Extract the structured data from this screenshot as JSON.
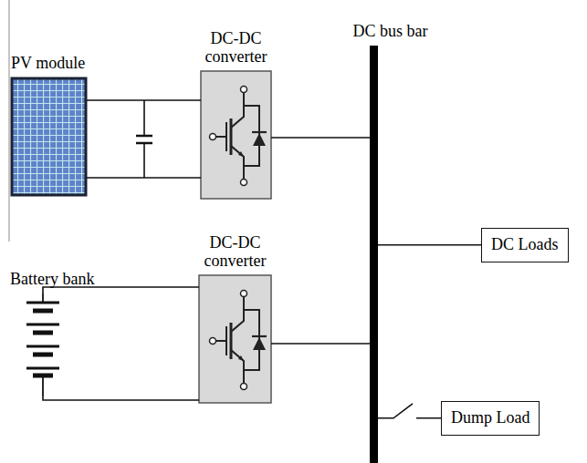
{
  "diagram": {
    "nodes": [
      {
        "text": [
          "PV module"
        ]
      },
      {
        "text": [
          "DC-DC converter"
        ]
      },
      {
        "text": [
          "DC bus bar"
        ]
      },
      {
        "text": [
          "DC Loads"
        ]
      },
      {
        "text": [
          "Battery bank"
        ]
      },
      {
        "text": [
          "DC-DC converter"
        ]
      },
      {
        "text": [
          "Dump Load"
        ]
      }
    ],
    "edges": [
      {
        "from": 0,
        "to": 1,
        "arrow": "none"
      },
      {
        "from": 1,
        "to": 2,
        "arrow": "none"
      },
      {
        "from": 2,
        "to": 3,
        "arrow": "none"
      },
      {
        "from": 4,
        "to": 5,
        "arrow": "none"
      },
      {
        "from": 5,
        "to": 2,
        "arrow": "none"
      },
      {
        "from": 2,
        "to": 6,
        "arrow": "none"
      }
    ]
  }
}
